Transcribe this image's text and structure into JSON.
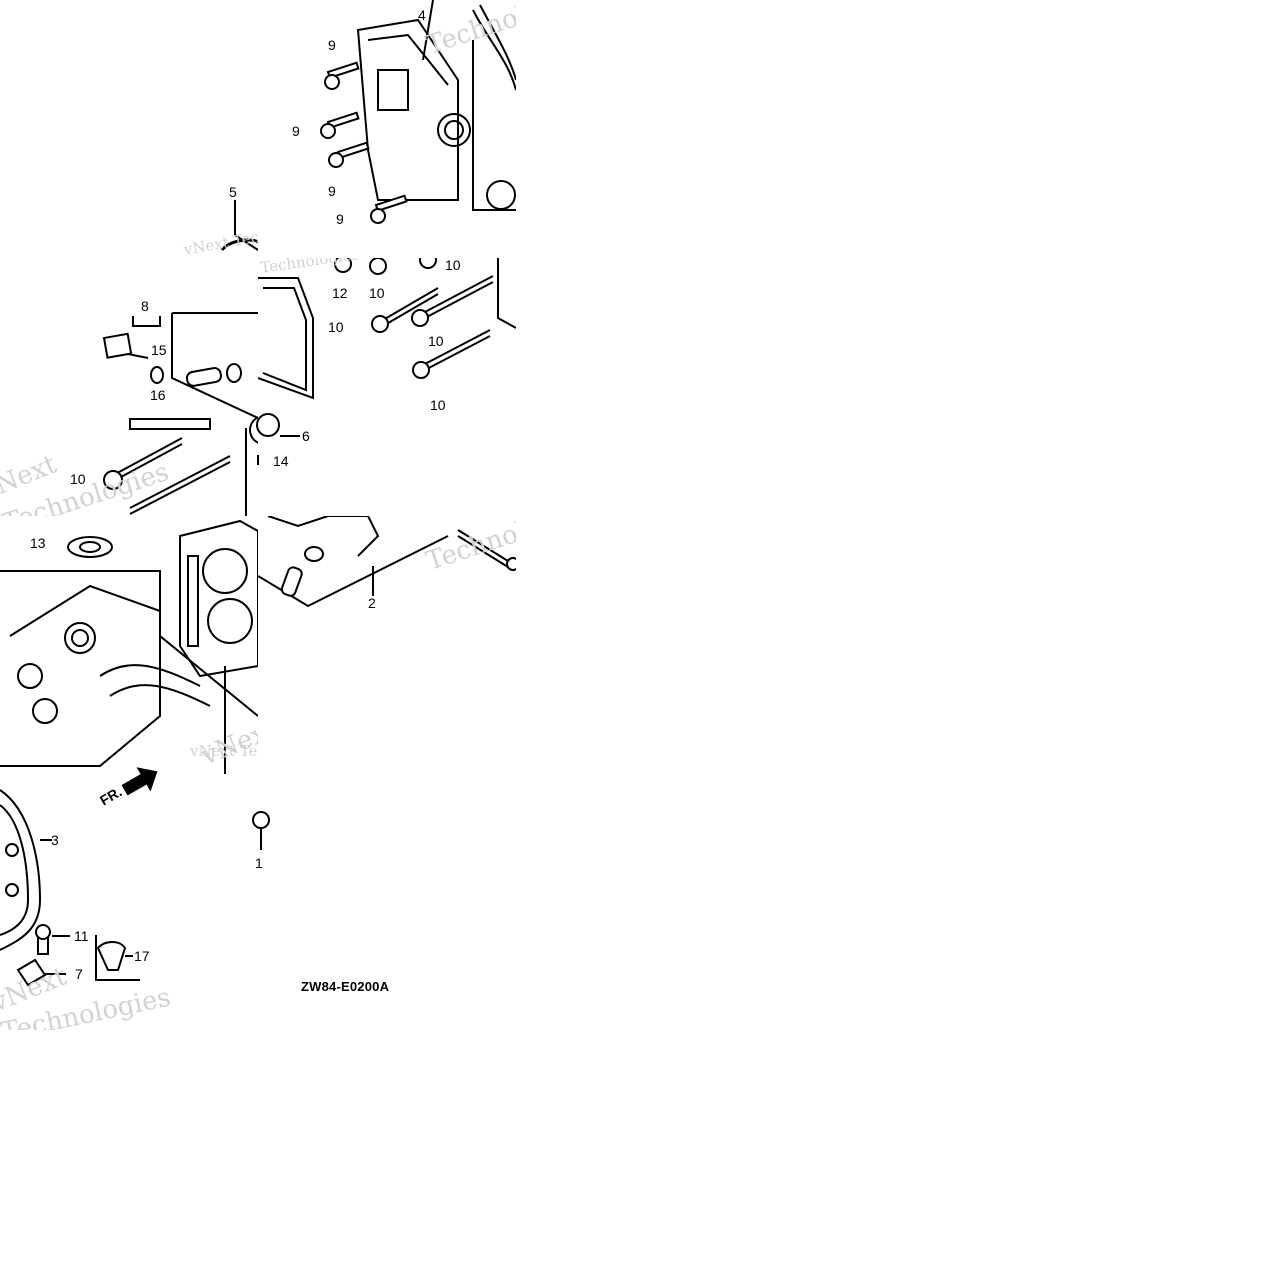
{
  "diagram": {
    "drawing_code": "ZW84-E0200A",
    "direction_marker": "FR.",
    "watermark_brand": "vNext",
    "watermark_word": "Technologies",
    "watermark_full": "vNext Technologies",
    "line_color": "#000000",
    "watermark_color": "#d2d2d2",
    "background": "#ffffff"
  },
  "callouts": {
    "c1": "1",
    "c2": "2",
    "c3": "3",
    "c4": "4",
    "c5": "5",
    "c6": "6",
    "c7": "7",
    "c8": "8",
    "c9a": "9",
    "c9b": "9",
    "c9c": "9",
    "c9d": "9",
    "c10a": "10",
    "c10b": "10",
    "c10c": "10",
    "c10d": "10",
    "c10e": "10",
    "c10f": "10",
    "c11": "11",
    "c12": "12",
    "c13": "13",
    "c14": "14",
    "c15": "15",
    "c16": "16",
    "c17": "17"
  }
}
